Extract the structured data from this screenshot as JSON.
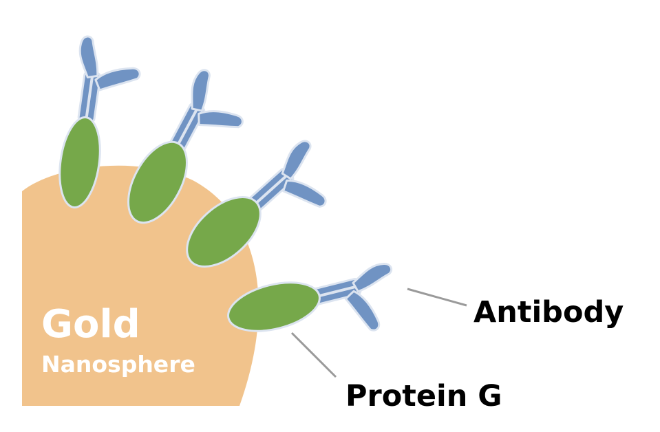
{
  "diagram": {
    "nanosphere": {
      "title": "Gold",
      "subtitle": "Nanosphere",
      "color": "#F1C38C"
    },
    "labels": {
      "antibody": "Antibody",
      "protein_g": "Protein G"
    },
    "colors": {
      "protein_g": "#76A84A",
      "antibody": "#7093C3",
      "outline": "#DCE4F0",
      "leader_line": "#9A9A9A",
      "label_text": "#000000",
      "sphere_text": "#FFFFFF"
    },
    "conjugate_count": 4
  }
}
